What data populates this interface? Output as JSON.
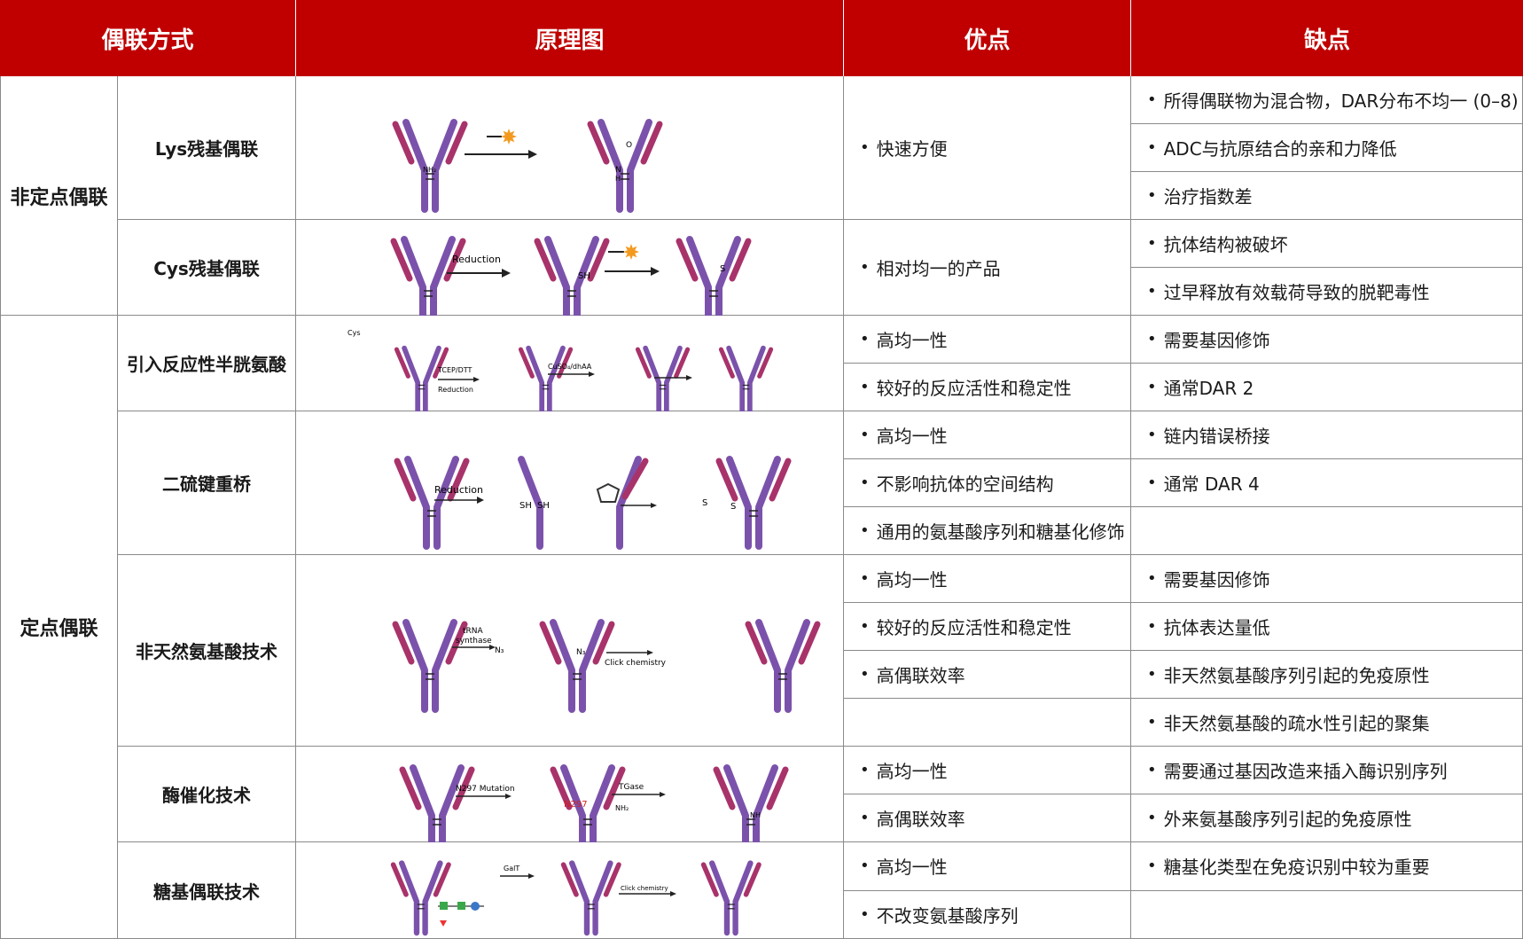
{
  "headers": {
    "method": "偶联方式",
    "diagram": "原理图",
    "pros": "优点",
    "cons": "缺点"
  },
  "categories": {
    "nonsite": "非定点偶联",
    "site": "定点偶联"
  },
  "methods": {
    "lys": "Lys残基偶联",
    "cys": "Cys残基偶联",
    "engcys": "引入反应性半胱氨酸",
    "disulfide": "二硫键重桥",
    "unnatural": "非天然氨基酸技术",
    "enzyme": "酶催化技术",
    "glycan": "糖基偶联技术"
  },
  "pros": {
    "lys": [
      "快速方便"
    ],
    "cys": [
      "相对均一的产品"
    ],
    "engcys": [
      "高均一性",
      "较好的反应活性和稳定性"
    ],
    "disulfide": [
      "高均一性",
      "不影响抗体的空间结构",
      "通用的氨基酸序列和糖基化修饰"
    ],
    "unnatural": [
      "高均一性",
      "较好的反应活性和稳定性",
      "高偶联效率"
    ],
    "enzyme": [
      "高均一性",
      "高偶联效率"
    ],
    "glycan": [
      "高均一性",
      "不改变氨基酸序列"
    ]
  },
  "cons": {
    "lys": [
      "所得偶联物为混合物，DAR分布不均一 (0–8)",
      "ADC与抗原结合的亲和力降低",
      "治疗指数差"
    ],
    "cys": [
      "抗体结构被破坏",
      "过早释放有效载荷导致的脱靶毒性"
    ],
    "engcys": [
      "需要基因修饰",
      "通常DAR 2"
    ],
    "disulfide": [
      "链内错误桥接",
      "通常 DAR 4"
    ],
    "unnatural": [
      "需要基因修饰",
      "抗体表达量低",
      "非天然氨基酸序列引起的免疫原性",
      "非天然氨基酸的疏水性引起的聚集"
    ],
    "enzyme": [
      "需要通过基因改造来插入酶识别序列",
      "外来氨基酸序列引起的免疫原性"
    ],
    "glycan": [
      "糖基化类型在免疫识别中较为重要"
    ]
  },
  "diagram_labels": {
    "nh2": "NH₂",
    "n": "N",
    "h": "H",
    "o": "O",
    "reduction": "Reduction",
    "sh": "SH",
    "s": "S",
    "tcep": "TCEP/DTT",
    "cuso4": "CuSO₄/dhAA",
    "trna": "tRNA",
    "synthase": "synthase",
    "click": "Click chemistry",
    "n297m": "N297 Mutation",
    "n297": "N297",
    "tgase": "TGase",
    "galt": "GalT",
    "nh": "NH",
    "cys_label": "Cys",
    "n3": "N₃"
  },
  "colors": {
    "header_bg": "#c00000",
    "heavy_chain": "#7b52ab",
    "light_chain": "#a8336a",
    "payload": "#f39a1e"
  }
}
